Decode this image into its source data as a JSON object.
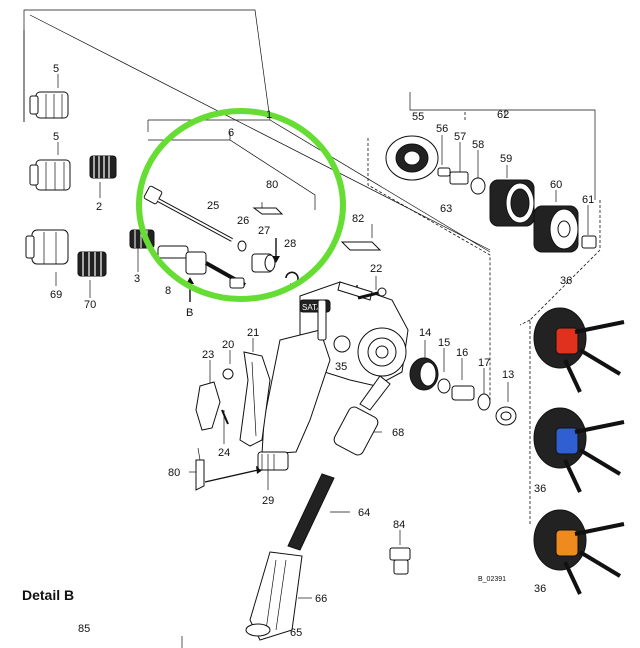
{
  "diagram": {
    "part_labels": {
      "p1": "1",
      "p5a": "5",
      "p5b": "5",
      "p2": "2",
      "p3": "3",
      "p69": "69",
      "p70": "70",
      "p6": "6",
      "p80a": "80",
      "p25": "25",
      "p26": "26",
      "p27": "27",
      "p28": "28",
      "p8": "8",
      "pB": "B",
      "p82": "82",
      "p22": "22",
      "p55": "55",
      "p56": "56",
      "p57": "57",
      "p58": "58",
      "p59": "59",
      "p60": "60",
      "p61": "61",
      "p62": "62",
      "p63": "63",
      "p14": "14",
      "p15": "15",
      "p16": "16",
      "p17": "17",
      "p13": "13",
      "p36a": "36",
      "p36b": "36",
      "p36c": "36",
      "p21": "21",
      "p23": "23",
      "p20": "20",
      "p35": "35",
      "p24": "24",
      "p80b": "80",
      "p29": "29",
      "p68": "68",
      "p64": "64",
      "p84": "84",
      "p66": "66",
      "p65": "65",
      "p85": "85"
    },
    "detail_title": "Detail B",
    "drawing_ref": "B_02391",
    "brand_text": "SATA",
    "highlight_color": "#66dd33",
    "cap_colors": {
      "red": "#e0301e",
      "blue": "#2f5fd0",
      "orange": "#ef8a1e"
    }
  }
}
